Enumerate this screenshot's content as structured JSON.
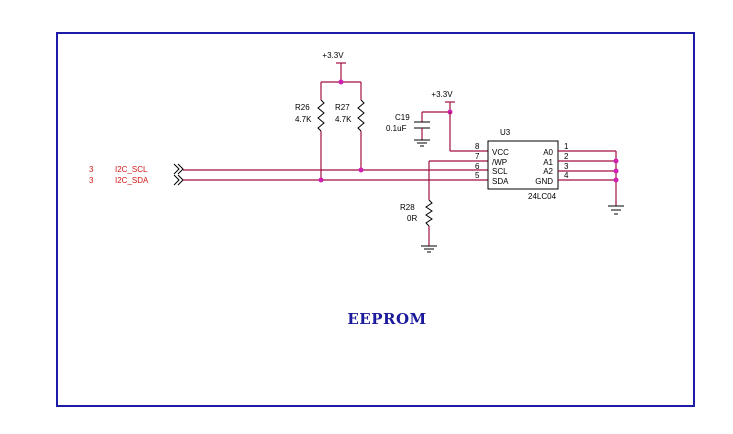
{
  "title": "EEPROM",
  "colors": {
    "frame": "#1c1ca8",
    "wire": "#a01040",
    "junction": "#d020b0",
    "net_label": "#d01818"
  },
  "power": {
    "top_rail": "+3.3V",
    "cap_rail": "+3.3V"
  },
  "resistors": [
    {
      "ref": "R26",
      "value": "4.7K"
    },
    {
      "ref": "R27",
      "value": "4.7K"
    },
    {
      "ref": "R28",
      "value": "0R"
    }
  ],
  "capacitor": {
    "ref": "C19",
    "value": "0.1uF"
  },
  "chip": {
    "ref": "U3",
    "part": "24LC04",
    "left_pins": [
      {
        "num": "8",
        "name": "VCC"
      },
      {
        "num": "7",
        "name": "/WP"
      },
      {
        "num": "6",
        "name": "SCL"
      },
      {
        "num": "5",
        "name": "SDA"
      }
    ],
    "right_pins": [
      {
        "num": "1",
        "name": "A0"
      },
      {
        "num": "2",
        "name": "A1"
      },
      {
        "num": "3",
        "name": "A2"
      },
      {
        "num": "4",
        "name": "GND"
      }
    ]
  },
  "nets": [
    {
      "sheet": "3",
      "name": "I2C_SCL"
    },
    {
      "sheet": "3",
      "name": "I2C_SDA"
    }
  ]
}
